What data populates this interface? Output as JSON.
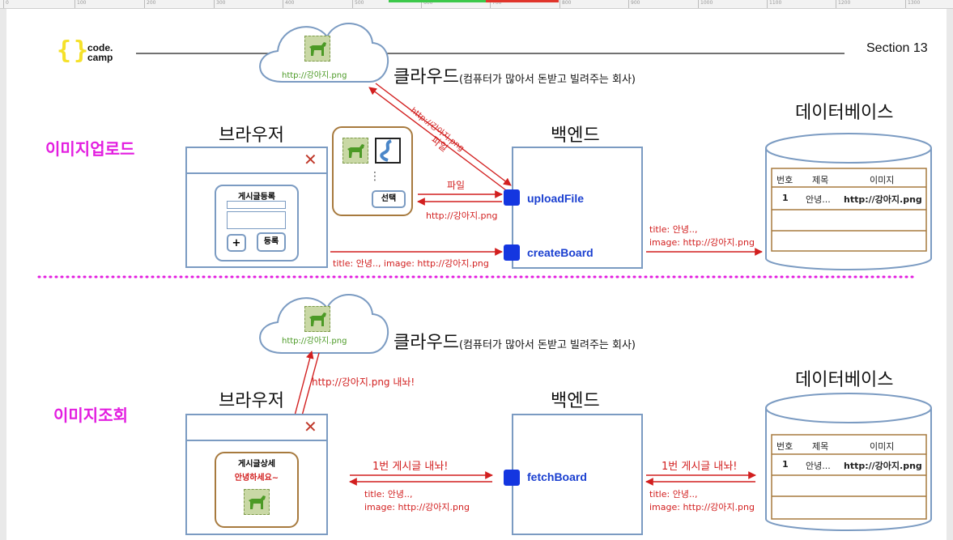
{
  "ruler": {
    "labels": [
      "0",
      "100",
      "200",
      "300",
      "400",
      "500",
      "600",
      "700",
      "800",
      "900",
      "1000",
      "1100",
      "1200",
      "1300"
    ]
  },
  "logo": {
    "bracket_open": "{",
    "bracket_close": "}",
    "line1": "code.",
    "line2": "camp"
  },
  "section": "Section 13",
  "cloud": {
    "url": "http://강아지.png",
    "title": "클라우드",
    "subtitle": "(컴퓨터가 많아서 돈받고 빌려주는 회사)"
  },
  "upload": {
    "label": "이미지업로드",
    "browser_title": "브라우저",
    "close_icon": "✕",
    "form_title": "게시글등록",
    "plus": "+",
    "register": "등록",
    "picker_dots": "⋮",
    "select": "선택",
    "backend_title": "백엔드",
    "upload_fn": "uploadFile",
    "create_fn": "createBoard",
    "arrow_diag_url": "http://강아지.png",
    "arrow_diag_file": "파일",
    "arrow_file": "파일",
    "arrow_url_back": "http://강아지.png",
    "arrow_create": "title: 안녕.., image: http://강아지.png",
    "arrow_db_1": "title: 안녕..,",
    "arrow_db_2": "image: http://강아지.png",
    "db_title": "데이터베이스",
    "db_headers": [
      "번호",
      "제목",
      "이미지"
    ],
    "db_row": [
      "1",
      "안녕...",
      "http://강아지.png"
    ]
  },
  "view": {
    "label": "이미지조회",
    "browser_title": "브라우저",
    "close_icon": "✕",
    "detail_title": "게시글상세",
    "detail_text": "안녕하세요~",
    "backend_title": "백엔드",
    "fetch_fn": "fetchBoard",
    "cloud_request": "http://강아지.png 내놔!",
    "req_board": "1번 게시글 내놔!",
    "resp_1": "title: 안녕..,",
    "resp_2": "image: http://강아지.png",
    "db_req": "1번 게시글 내놔!",
    "db_resp_1": "title: 안녕..,",
    "db_resp_2": "image: http://강아지.png",
    "db_title": "데이터베이스",
    "db_headers": [
      "번호",
      "제목",
      "이미지"
    ],
    "db_row": [
      "1",
      "안녕...",
      "http://강아지.png"
    ]
  }
}
